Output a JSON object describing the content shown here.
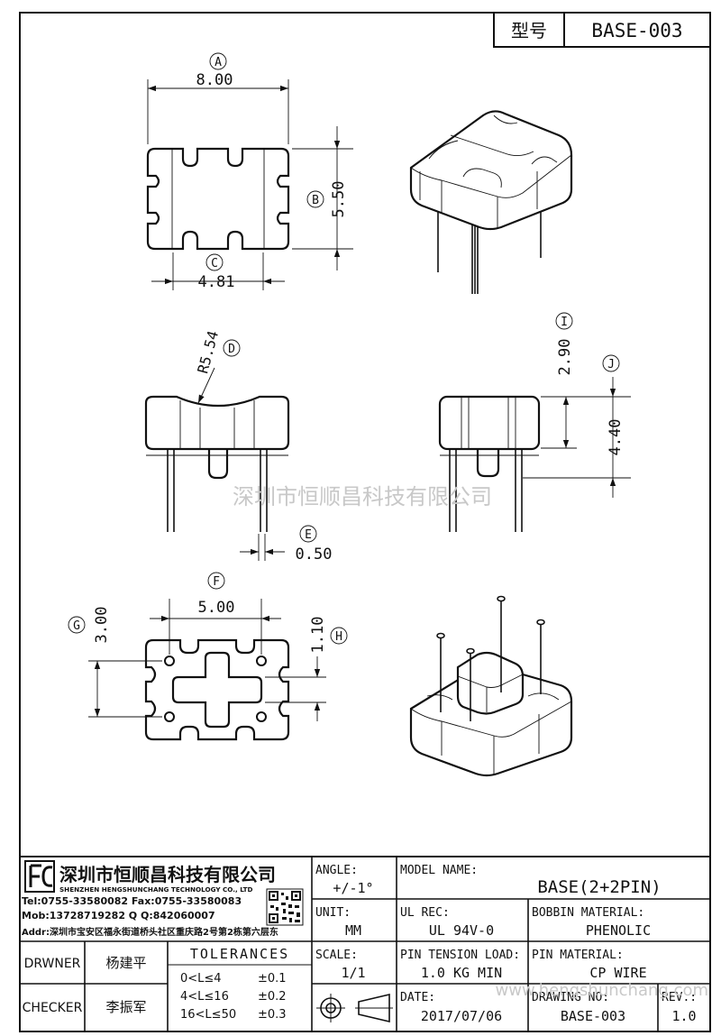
{
  "header": {
    "model_label": "型号",
    "model_value": "BASE-003"
  },
  "views": {
    "top": {
      "label_a": "A",
      "dim_a": "8.00",
      "label_b": "B",
      "dim_b": "5.50",
      "label_c": "C",
      "dim_c": "4.81"
    },
    "front": {
      "label_d": "D",
      "dim_d": "R5.54",
      "label_e": "E",
      "dim_e": "0.50"
    },
    "side": {
      "label_i": "I",
      "dim_i": "2.90",
      "label_j": "J",
      "dim_j": "4.40"
    },
    "bottom": {
      "label_f": "F",
      "dim_f": "5.00",
      "label_g": "G",
      "dim_g": "3.00",
      "label_h": "H",
      "dim_h": "1.10"
    }
  },
  "watermark": {
    "center": "深圳市恒顺昌科技有限公司",
    "corner": "www.hengshunchang.com"
  },
  "title_block": {
    "company_cn": "深圳市恒顺昌科技有限公司",
    "company_en": "SHENZHEN HENGSHUNCHANG TECHNOLOGY CO., LTD",
    "tel": "Tel:0755-33580082 Fax:0755-33580083",
    "mob": "Mob:13728719282    Q  Q:842060007",
    "addr": "Addr:深圳市宝安区福永街道桥头社区重庆路2号第2栋第六层东",
    "angle_label": "ANGLE:",
    "angle_value": "+/-1°",
    "unit_label": "UNIT:",
    "unit_value": "MM",
    "scale_label": "SCALE:",
    "scale_value": "1/1",
    "model_name_label": "MODEL NAME:",
    "model_name_value": "BASE(2+2PIN)",
    "ul_rec_label": "UL REC:",
    "ul_rec_value": "UL 94V-0",
    "bobbin_material_label": "BOBBIN MATERIAL:",
    "bobbin_material_value": "PHENOLIC",
    "pin_tension_label": "PIN TENSION LOAD:",
    "pin_tension_value": "1.0 KG MIN",
    "pin_material_label": "PIN MATERIAL:",
    "pin_material_value": "CP WIRE",
    "date_label": "DATE:",
    "date_value": "2017/07/06",
    "drawing_no_label": "DRAWING NO:",
    "drawing_no_value": "BASE-003",
    "rev_label": "REV.:",
    "rev_value": "1.0",
    "drawer_label": "DRWNER",
    "drawer_value": "杨建平",
    "checker_label": "CHECKER",
    "checker_value": "李振军",
    "tolerances_title": "TOLERANCES",
    "tol_1_range": "0<L≤4",
    "tol_1_value": "±0.1",
    "tol_2_range": "4<L≤16",
    "tol_2_value": "±0.2",
    "tol_3_range": "16<L≤50",
    "tol_3_value": "±0.3"
  }
}
